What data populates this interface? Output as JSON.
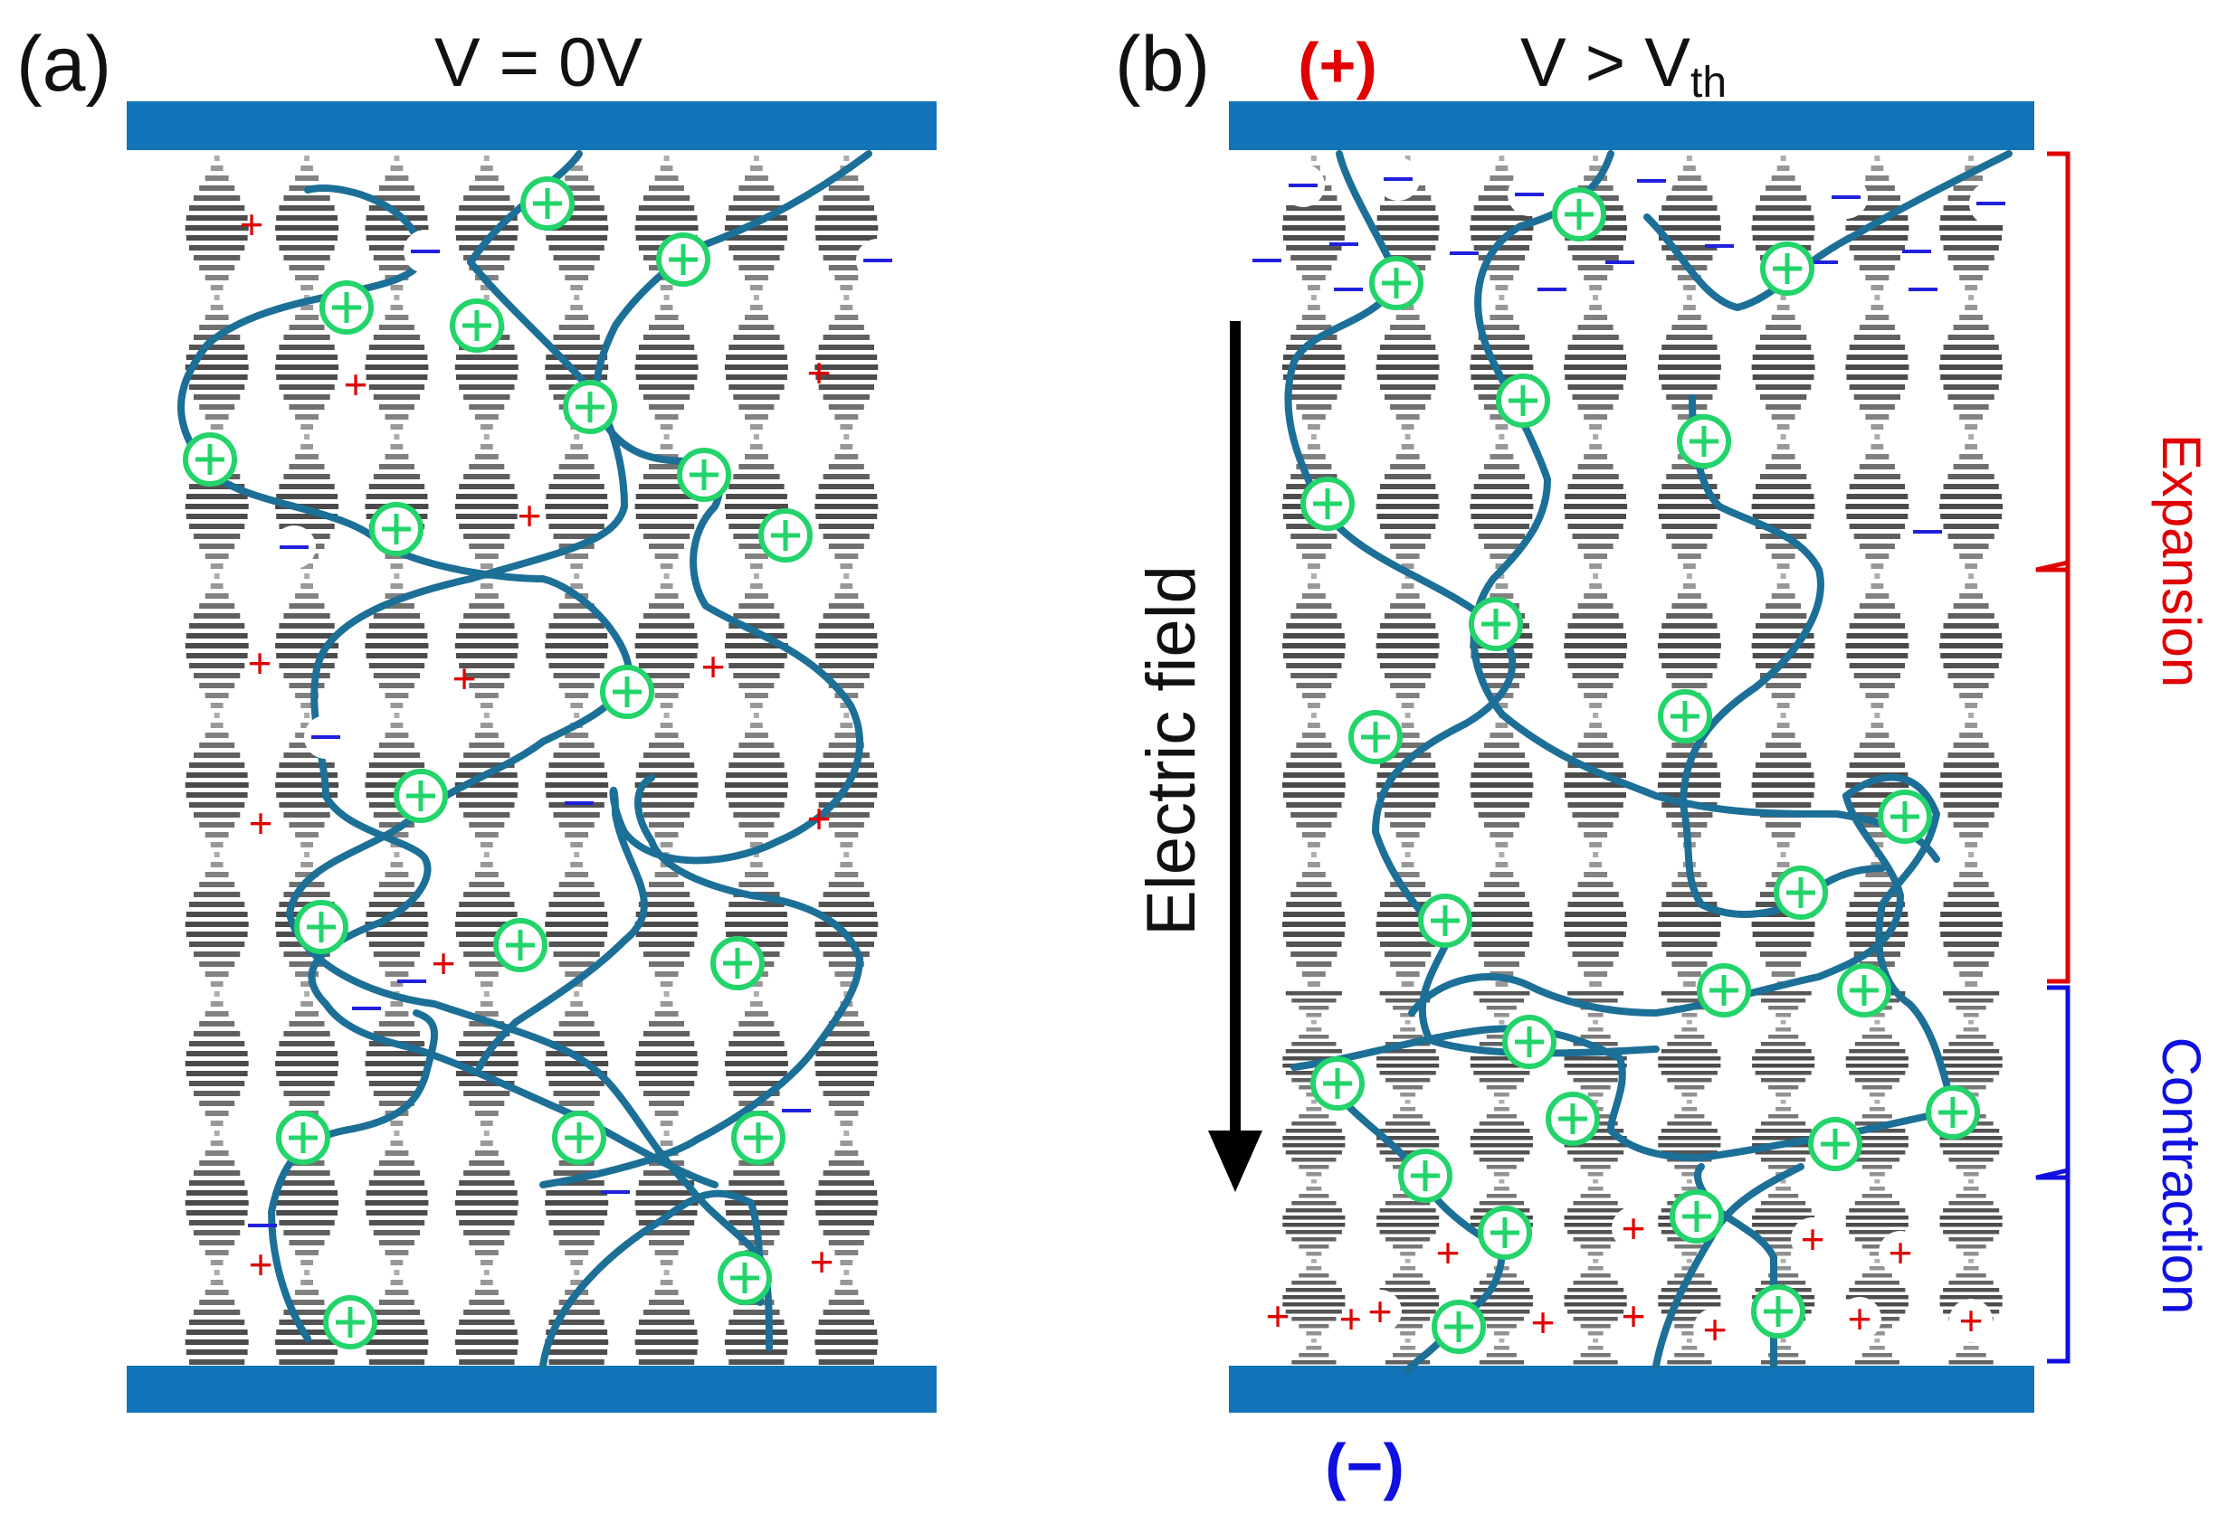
{
  "panels": {
    "a": {
      "letter": "(a)",
      "title": "V = 0V",
      "plus_ion": "+",
      "minus_ion": "−",
      "chain_ion": "+"
    },
    "b": {
      "letter": "(b)",
      "top_polarity": "(+)",
      "bottom_polarity": "(−)",
      "title_main": "V > V",
      "title_sub": "th",
      "field_label": "Electric field",
      "expansion_label": "Expansion",
      "contraction_label": "Contraction",
      "plus_ion": "+",
      "minus_ion": "−",
      "chain_ion": "+"
    }
  },
  "colors": {
    "electrode": "#1273b8",
    "chain": "#1c6f96",
    "chain_ion": "#22d46a",
    "plus_ion": "#e00000",
    "minus_ion": "#2020dd",
    "expansion": "#e00000",
    "contraction": "#1010e0",
    "field_arrow": "#000000",
    "stack": "#555555"
  }
}
